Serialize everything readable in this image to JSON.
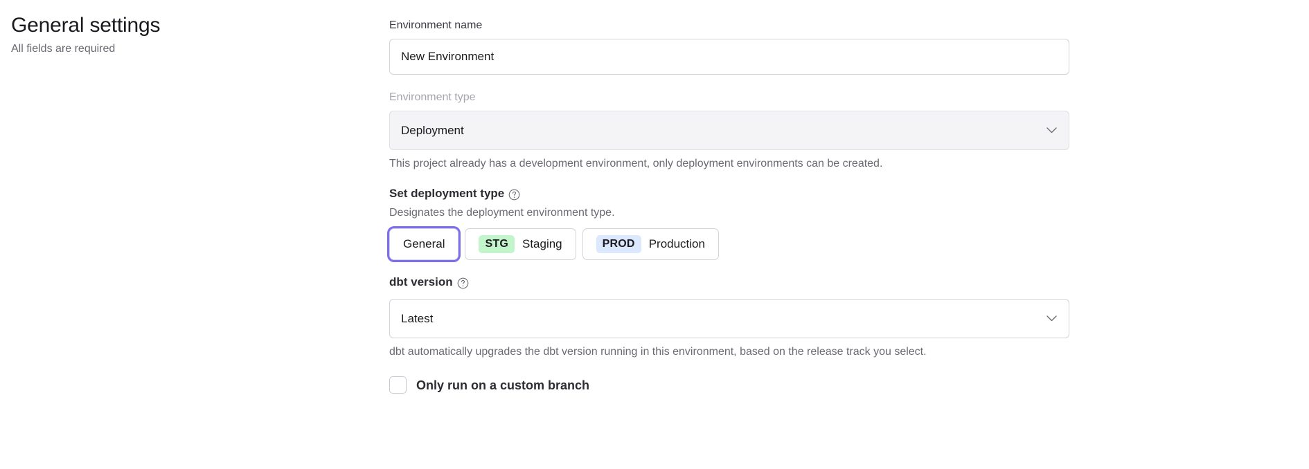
{
  "header": {
    "title": "General settings",
    "subtitle": "All fields are required"
  },
  "form": {
    "environment_name": {
      "label": "Environment name",
      "value": "New Environment",
      "placeholder": "Environment name"
    },
    "environment_type": {
      "label": "Environment type",
      "value": "Deployment",
      "disabled": true,
      "help_text": "This project already has a development environment, only deployment environments can be created.",
      "chevron_icon": "chevron-down-icon"
    },
    "deployment_type": {
      "heading": "Set deployment type",
      "help_icon": "question-circle-icon",
      "description": "Designates the deployment environment type.",
      "options": [
        {
          "label": "General",
          "badge": "",
          "selected": true
        },
        {
          "label": "Staging",
          "badge": "STG",
          "selected": false
        },
        {
          "label": "Production",
          "badge": "PROD",
          "selected": false
        }
      ]
    },
    "dbt_version": {
      "label": "dbt version",
      "help_icon": "question-circle-icon",
      "value": "Latest",
      "help_text": "dbt automatically upgrades the dbt version running in this environment, based on the release track you select.",
      "chevron_icon": "chevron-down-icon"
    },
    "custom_branch": {
      "label": "Only run on a custom branch",
      "checked": false
    }
  },
  "colors": {
    "focus_ring": "#7c6cf0",
    "badge_stg_bg": "#c3f5cd",
    "badge_prod_bg": "#dbe8fd",
    "border": "#d3d2d9",
    "muted_text": "#6a6a73",
    "disabled_bg": "#f4f4f6"
  }
}
